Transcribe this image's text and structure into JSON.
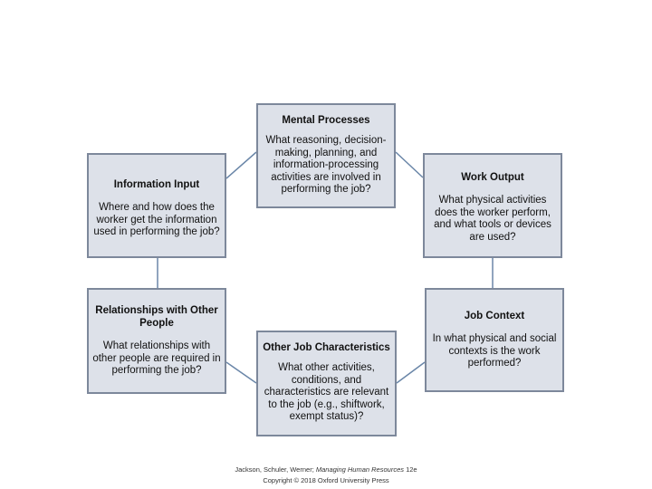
{
  "boxes": {
    "mental": {
      "title": "Mental Processes",
      "text": "What reasoning, decision-making, planning, and information-processing activities are involved in performing the job?"
    },
    "info": {
      "title": "Information Input",
      "text": "Where and how does the worker get the information used in performing the job?"
    },
    "output": {
      "title": "Work Output",
      "text": "What physical activities does the worker perform, and what tools or devices are used?"
    },
    "relations": {
      "title": "Relationships with Other People",
      "text": "What relationships with other people are required in performing the job?"
    },
    "context": {
      "title": "Job Context",
      "text": "In what physical and social contexts is the work performed?"
    },
    "other": {
      "title": "Other Job Characteristics",
      "text": "What other activities, conditions, and characteristics are relevant to the job (e.g., shiftwork, exempt status)?"
    }
  },
  "footer": {
    "citation_prefix": "Jackson, Schuler, Werner; ",
    "book_title": "Managing Human Resources",
    "citation_suffix": " 12e",
    "copyright": "Copyright © 2018 Oxford University Press"
  },
  "colors": {
    "box_fill": "#dde1e9",
    "box_border": "#7d889b",
    "connector": "#6a86a8"
  }
}
